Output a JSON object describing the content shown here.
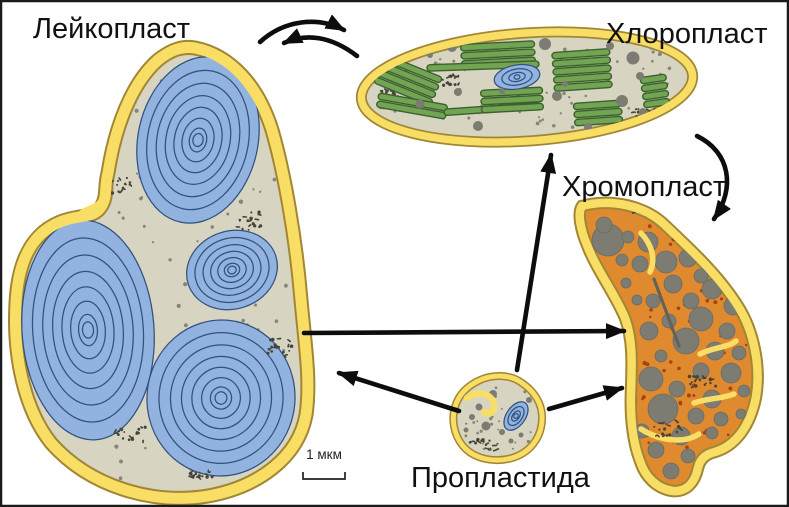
{
  "figure": "plastid-interconversion-diagram",
  "labels": {
    "leucoplast": "Лейкопласт",
    "chloroplast": "Хлоропласт",
    "chromoplast": "Хромопласт",
    "proplastid": "Пропластида"
  },
  "scale_bar": {
    "label": "1 мкм"
  },
  "conversions": [
    {
      "from": "Лейкопласт",
      "to": "Хлоропласт",
      "bidirectional": true
    },
    {
      "from": "Хлоропласт",
      "to": "Хромопласт",
      "bidirectional": false
    },
    {
      "from": "Лейкопласт",
      "to": "Хромопласт",
      "bidirectional": false
    },
    {
      "from": "Пропластида",
      "to": "Хлоропласт",
      "bidirectional": false
    },
    {
      "from": "Пропластида",
      "to": "Лейкопласт",
      "bidirectional": false
    },
    {
      "from": "Пропластида",
      "to": "Хромопласт",
      "bidirectional": false
    }
  ],
  "colors": {
    "background": "#ffffff",
    "border": "#1a1a1a",
    "text": "#111111",
    "arrow": "#0d0d0d",
    "envelope_fill": "#f9de66",
    "envelope_outline": "#a18634",
    "stroma": "#d8d4c2",
    "stroma_dot": "#85857a",
    "plastoglobule": "#7c7c73",
    "starch_fill": "#92b2df",
    "starch_line": "#31517e",
    "grana_fill": "#72a454",
    "grana_line": "#3a632b",
    "chromoplast_fill": "#e08a30",
    "chromoplast_dot": "#a8420f",
    "squiggle": "#45443a"
  }
}
